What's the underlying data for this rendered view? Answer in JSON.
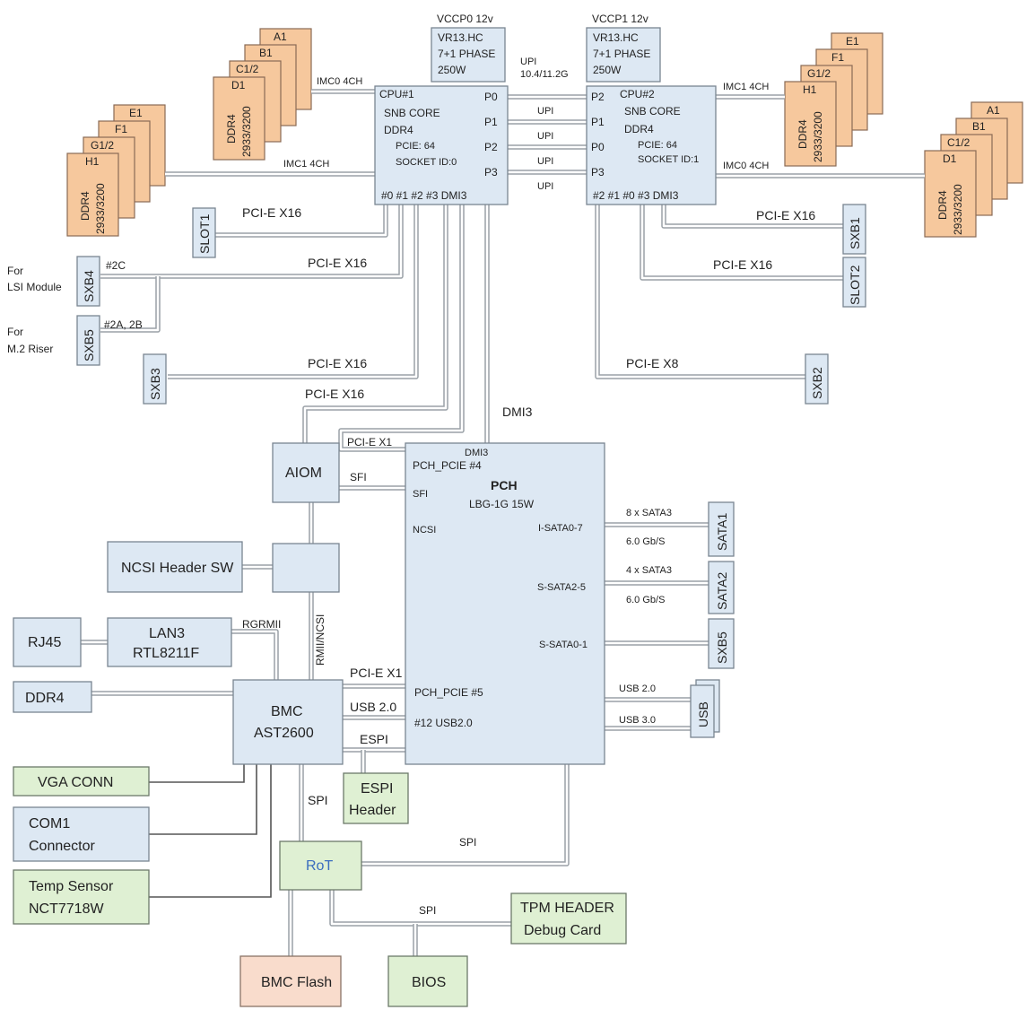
{
  "power": {
    "vccp0": {
      "title": "VCCP0 12v",
      "l1": "VR13.HC",
      "l2": "7+1 PHASE",
      "l3": "250W"
    },
    "vccp1": {
      "title": "VCCP1 12v",
      "l1": "VR13.HC",
      "l2": "7+1 PHASE",
      "l3": "250W"
    }
  },
  "cpu1": {
    "l1": "CPU#1",
    "l2": "SNB CORE",
    "l3": "DDR4",
    "l4": "PCIE: 64",
    "l5": "SOCKET ID:0",
    "ports": [
      "P0",
      "P1",
      "P2",
      "P3"
    ],
    "bottom": "#0 #1 #2 #3 DMI3"
  },
  "cpu2": {
    "l1": "CPU#2",
    "l2": "SNB CORE",
    "l3": "DDR4",
    "l4": "PCIE: 64",
    "l5": "SOCKET ID:1",
    "ports": [
      "P2",
      "P1",
      "P0",
      "P3"
    ],
    "bottom": "#2 #1 #0 #3 DMI3"
  },
  "upi": {
    "speed_l1": "UPI",
    "speed_l2": "10.4/11.2G",
    "label": "UPI"
  },
  "dimms": {
    "top_left": [
      "A1",
      "B1",
      "C1/2",
      "D1"
    ],
    "left": [
      "E1",
      "F1",
      "G1/2",
      "H1"
    ],
    "top_right": [
      "E1",
      "F1",
      "G1/2",
      "H1"
    ],
    "right": [
      "A1",
      "B1",
      "C1/2",
      "D1"
    ],
    "type": "DDR4",
    "speed": "2933/3200"
  },
  "bus_labels": {
    "imc0_4ch": "IMC0 4CH",
    "imc1_4ch": "IMC1 4CH",
    "pcie_x16": "PCI-E X16",
    "pcie_x8": "PCI-E X8",
    "pcie_x1": "PCI-E X1",
    "dmi3": "DMI3",
    "sfi": "SFI",
    "rgrmii": "RGRMII",
    "rmii_ncsi": "RMII/NCSI",
    "usb20": "USB 2.0",
    "usb30": "USB 3.0",
    "espi": "ESPI",
    "spi": "SPI",
    "sata8": "8 x SATA3",
    "sata4": "4 x SATA3",
    "gbs": "6.0 Gb/S",
    "n2c": "#2C",
    "n2a2b": "#2A, 2B"
  },
  "slots": {
    "slot1": "SLOT1",
    "slot2": "SLOT2",
    "sxb1": "SXB1",
    "sxb2": "SXB2",
    "sxb3": "SXB3",
    "sxb4": "SXB4",
    "sxb5": "SXB5"
  },
  "notes": {
    "lsi_l1": "For",
    "lsi_l2": "LSI Module",
    "m2_l1": "For",
    "m2_l2": "M.2 Riser"
  },
  "pch": {
    "title": "PCH",
    "subtitle": "LBG-1G 15W",
    "dmi3": "DMI3",
    "pcie4": "PCH_PCIE #4",
    "sfi": "SFI",
    "ncsi": "NCSI",
    "isata": "I-SATA0-7",
    "ssata25": "S-SATA2-5",
    "ssata01": "S-SATA0-1",
    "pcie5": "PCH_PCIE #5",
    "usb12": "#12 USB2.0"
  },
  "right_blocks": {
    "sata1": "SATA1",
    "sata2": "SATA2",
    "sxb5": "SXB5",
    "usb": "USB"
  },
  "aiom": "AIOM",
  "ncsi_header": "NCSI Header SW",
  "rj45": "RJ45",
  "lan3": {
    "l1": "LAN3",
    "l2": "RTL8211F"
  },
  "ddr4_block": "DDR4",
  "bmc": {
    "l1": "BMC",
    "l2": "AST2600"
  },
  "espi_header": {
    "l1": "ESPI",
    "l2": "Header"
  },
  "vga": "VGA CONN",
  "com1": {
    "l1": "COM1",
    "l2": "Connector"
  },
  "temp": {
    "l1": "Temp Sensor",
    "l2": "NCT7718W"
  },
  "rot": "RoT",
  "tpm": {
    "l1": "TPM HEADER",
    "l2": "Debug Card"
  },
  "bmc_flash": "BMC Flash",
  "bios": "BIOS"
}
